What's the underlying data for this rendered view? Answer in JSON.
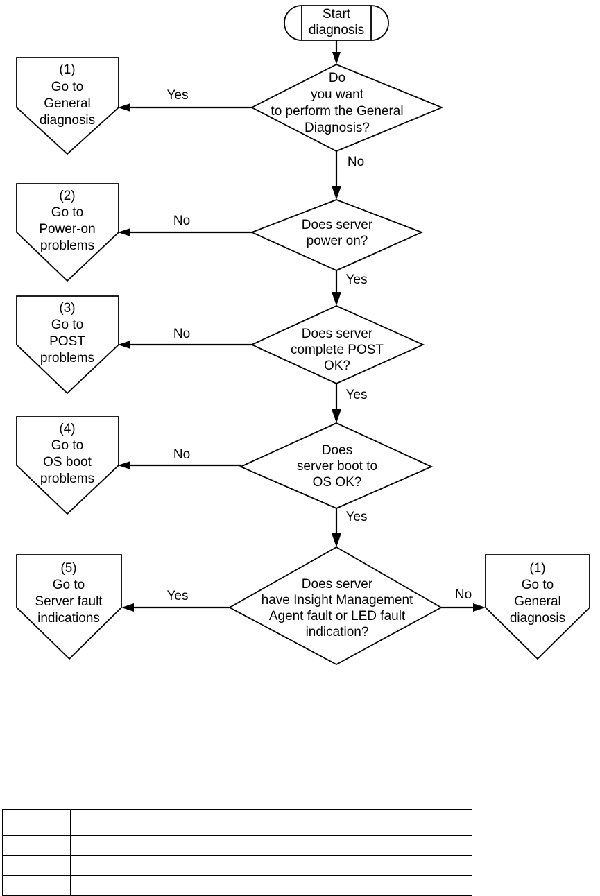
{
  "document": {
    "title": "Server diagnosis flowchart",
    "background_color": "#ffffff",
    "line_color": "#000000"
  },
  "flowchart": {
    "type": "flowchart",
    "orientation": "top-to-bottom",
    "start": {
      "shape": "terminator",
      "label_line1": "Start",
      "label_line2": "diagnosis"
    },
    "decisions": [
      {
        "id": "d1",
        "shape": "diamond",
        "lines": [
          "Do",
          "you want",
          "to perform the General",
          "Diagnosis?"
        ],
        "yes_label": "Yes",
        "no_label": "No",
        "yes_target": "c1",
        "no_target": "d2"
      },
      {
        "id": "d2",
        "shape": "diamond",
        "lines": [
          "Does server",
          "power on?"
        ],
        "yes_label": "Yes",
        "no_label": "No",
        "no_target": "c2",
        "yes_target": "d3"
      },
      {
        "id": "d3",
        "shape": "diamond",
        "lines": [
          "Does server",
          "complete POST",
          "OK?"
        ],
        "yes_label": "Yes",
        "no_label": "No",
        "no_target": "c3",
        "yes_target": "d4"
      },
      {
        "id": "d4",
        "shape": "diamond",
        "lines": [
          "Does",
          "server boot to",
          "OS OK?"
        ],
        "yes_label": "Yes",
        "no_label": "No",
        "no_target": "c4",
        "yes_target": "d5"
      },
      {
        "id": "d5",
        "shape": "diamond",
        "lines": [
          "Does server",
          "have Insight Management",
          "Agent fault or LED fault",
          "indication?"
        ],
        "yes_label": "Yes",
        "no_label": "No",
        "yes_target": "c5",
        "no_target": "c6"
      }
    ],
    "connectors": [
      {
        "id": "c1",
        "shape": "off-page-connector",
        "side": "left",
        "lines": [
          "(1)",
          "Go to",
          "General",
          "diagnosis"
        ]
      },
      {
        "id": "c2",
        "shape": "off-page-connector",
        "side": "left",
        "lines": [
          "(2)",
          "Go to",
          "Power-on",
          "problems"
        ]
      },
      {
        "id": "c3",
        "shape": "off-page-connector",
        "side": "left",
        "lines": [
          "(3)",
          "Go to",
          "POST",
          "problems"
        ]
      },
      {
        "id": "c4",
        "shape": "off-page-connector",
        "side": "left",
        "lines": [
          "(4)",
          "Go to",
          "OS boot",
          "problems"
        ]
      },
      {
        "id": "c5",
        "shape": "off-page-connector",
        "side": "left",
        "lines": [
          "(5)",
          "Go to",
          "Server fault",
          "indications"
        ]
      },
      {
        "id": "c6",
        "shape": "off-page-connector",
        "side": "right",
        "lines": [
          "(1)",
          "Go to",
          "General",
          "diagnosis"
        ]
      }
    ]
  },
  "table": {
    "rows": 4,
    "columns": 2,
    "cells": [
      [
        "",
        ""
      ],
      [
        "",
        ""
      ],
      [
        "",
        ""
      ],
      [
        "",
        ""
      ]
    ]
  }
}
